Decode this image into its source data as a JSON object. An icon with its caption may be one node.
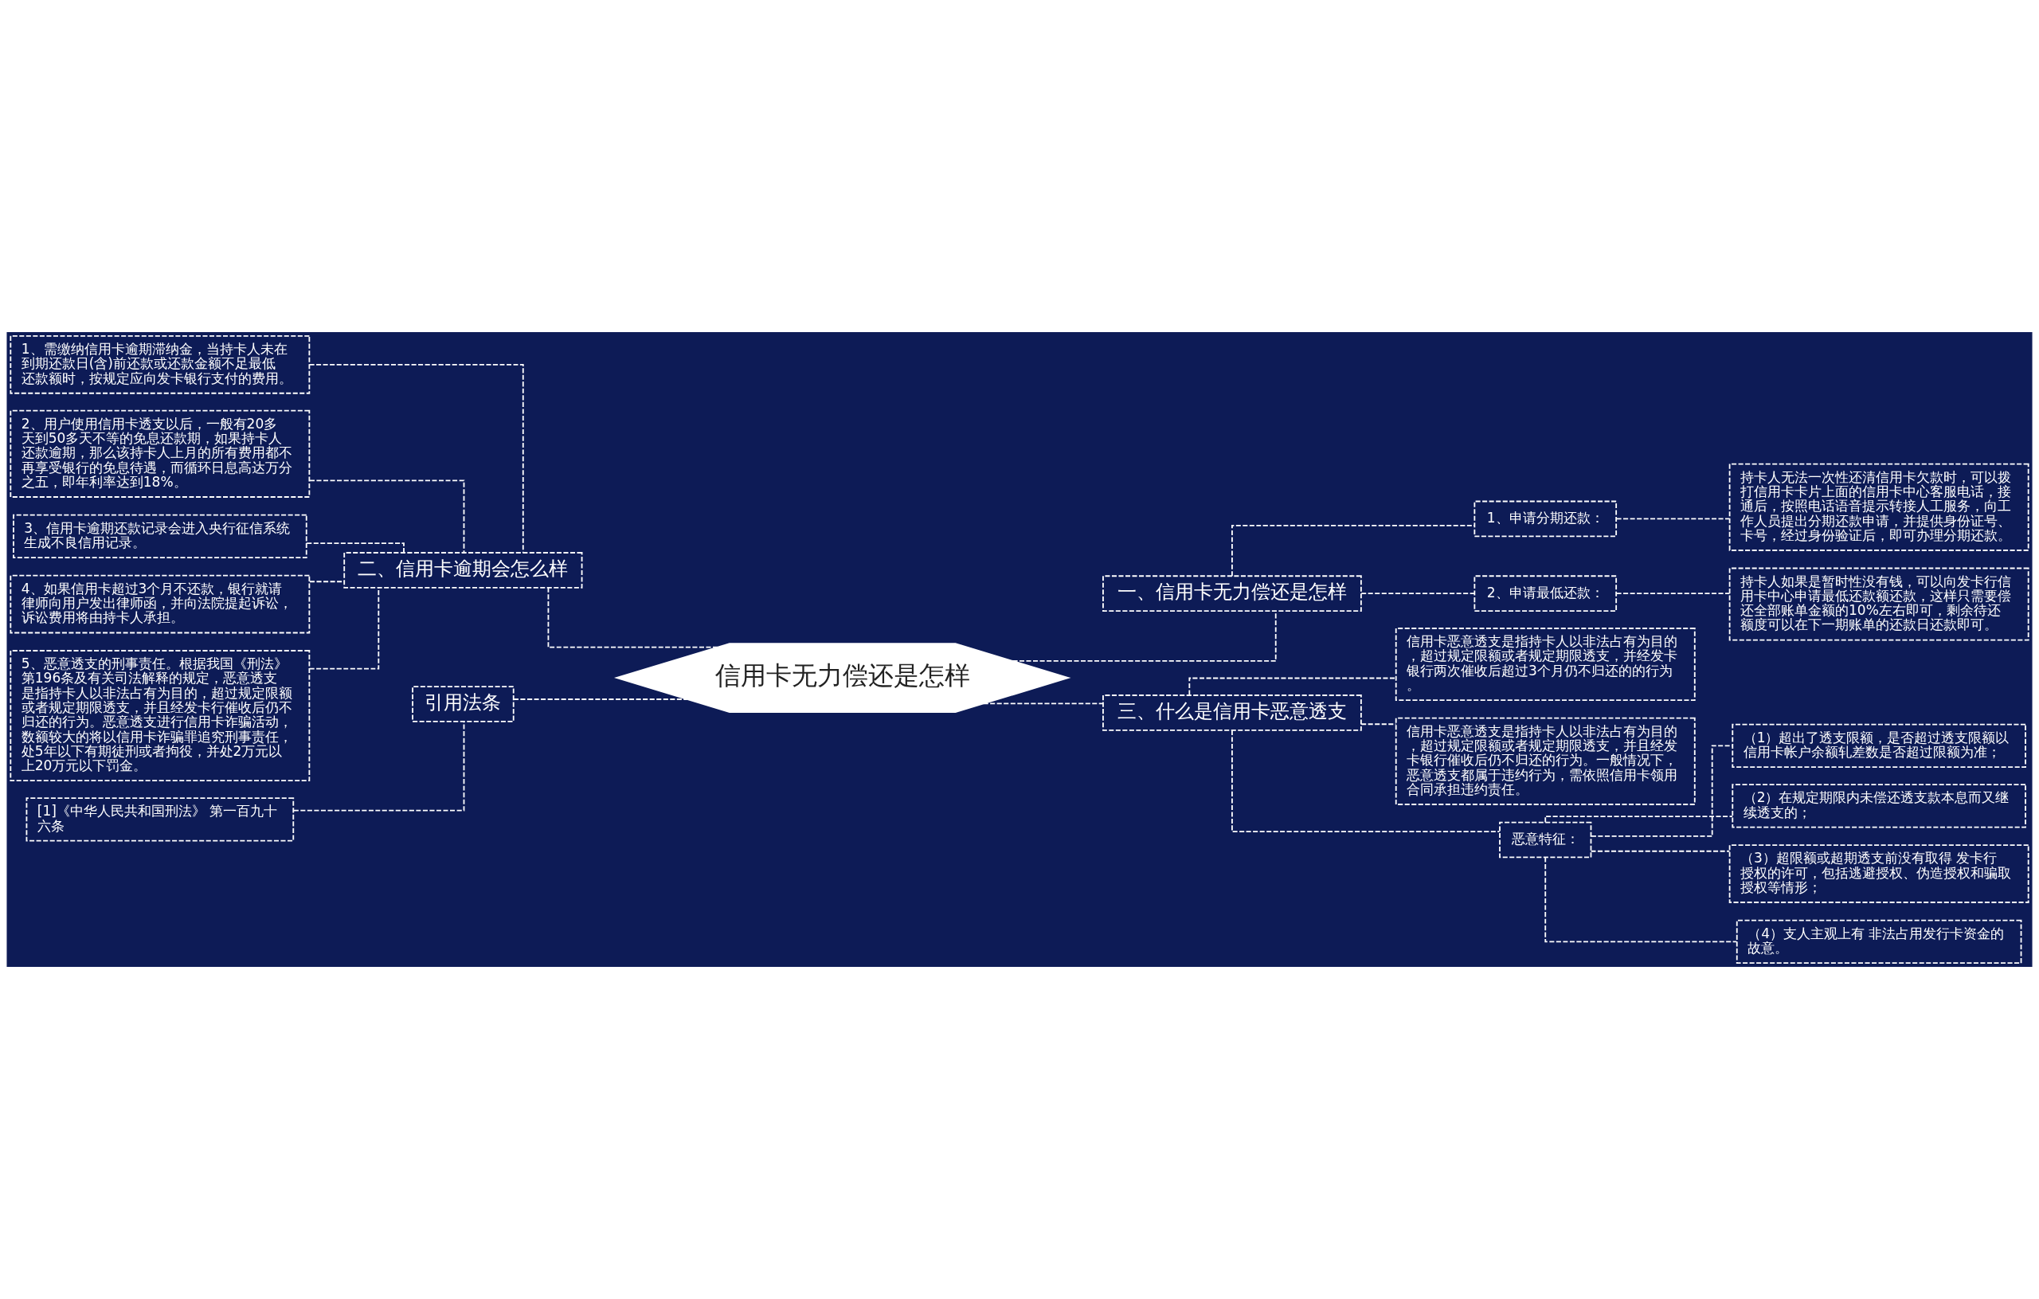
{
  "diagram": {
    "nodes": [
      {
        "text": [
          "信用卡无力偿还是怎样"
        ]
      },
      {
        "text": [
          "二、信用卡逾期会怎么样"
        ]
      },
      {
        "text": [
          "1、需缴纳信用卡逾期滞纳金，当持卡人未在到期还款日(含)前还款或还款金额不足最低还款额时，按规定应向发卡银行支付的费用。"
        ]
      },
      {
        "text": [
          "2、用户使用信用卡透支以后，一般有20多天到50多天不等的免息还款期，如果持卡人还款逾期，那么该持卡人上月的所有费用都不再享受银行的免息待遇，而循环日息高达万分之五，即年利率达到18%。"
        ]
      },
      {
        "text": [
          "3、信用卡逾期还款记录会进入央行征信系统生成不良信用记录。"
        ]
      },
      {
        "text": [
          "4、如果信用卡超过3个月不还款，银行就请律师向用户发出律师函，并向法院提起诉讼，诉讼费用将由持卡人承担。"
        ]
      },
      {
        "text": [
          "5、恶意透支的刑事责任。根据我国《刑法》第196条及有关司法解释的规定，恶意透支是指持卡人以非法占有为目的，超过规定限额或者规定期限透支，并且经发卡行催收后仍不归还的行为。恶意透支进行信用卡诈骗活动，数额较大的将以信用卡诈骗罪追究刑事责任，处5年以下有期徒刑或者拘役，并处2万元以上20万元以下罚金。"
        ]
      },
      {
        "text": [
          "引用法条"
        ]
      },
      {
        "text": [
          "[1]《中华人民共和国刑法》 第一百九十六条"
        ]
      },
      {
        "text": [
          "一、信用卡无力偿还是怎样"
        ]
      },
      {
        "text": [
          "1、申请分期还款："
        ]
      },
      {
        "text": [
          "持卡人无法一次性还清信用卡欠款时，可以拨打信用卡卡片上面的信用卡中心客服电话，接通后，按照电话语音提示转接人工服务，向工作人员提出分期还款申请，并提供身份证号、卡号，经过身份验证后，即可办理分期还款。"
        ]
      },
      {
        "text": [
          "2、申请最低还款："
        ]
      },
      {
        "text": [
          "持卡人如果是暂时性没有钱，可以向发卡行信用卡中心申请最低还款额还款，这样只需要偿还全部账单金额的10%左右即可，剩余待还额度可以在下一期账单的还款日还款即可。"
        ]
      },
      {
        "text": [
          "三、什么是信用卡恶意透支"
        ]
      },
      {
        "text": [
          "信用卡恶意透支是指持卡人以非法占有为目的，超过规定限额或者规定期限透支，并经发卡银行两次催收后超过3个月仍不归还的的行为。"
        ]
      },
      {
        "text": [
          "信用卡恶意透支是指持卡人以非法占有为目的，超过规定限额或者规定期限透支，并且经发卡银行催收后仍不归还的行为。一般情况下，恶意透支都属于违约行为，需依照信用卡领用合同承担违约责任。"
        ]
      },
      {
        "text": [
          "恶意特征："
        ]
      },
      {
        "text": [
          "（1）超出了透支限额，是否超过透支限额以信用卡帐户余额轧差数是否超过限额为准；"
        ]
      },
      {
        "text": [
          "（2）在规定期限内未偿还透支款本息而又继续透支的；"
        ]
      },
      {
        "text": [
          "（3）超限额或超期透支前没有取得 发卡行授权的许可，包括逃避授权、伪造授权和骗取授权等情形；"
        ]
      },
      {
        "text": [
          "（4）支人主观上有 非法占用发行卡资金的故意。"
        ]
      }
    ],
    "edges": [
      {
        "from": 2,
        "to": 1,
        "arrow": "none"
      },
      {
        "from": 3,
        "to": 1,
        "arrow": "none"
      },
      {
        "from": 4,
        "to": 1,
        "arrow": "none"
      },
      {
        "from": 5,
        "to": 1,
        "arrow": "none"
      },
      {
        "from": 6,
        "to": 1,
        "arrow": "none"
      },
      {
        "from": 1,
        "to": 0,
        "arrow": "none"
      },
      {
        "from": 8,
        "to": 7,
        "arrow": "none"
      },
      {
        "from": 7,
        "to": 0,
        "arrow": "none"
      },
      {
        "from": 0,
        "to": 9,
        "arrow": "none"
      },
      {
        "from": 9,
        "to": 10,
        "arrow": "none"
      },
      {
        "from": 10,
        "to": 11,
        "arrow": "none"
      },
      {
        "from": 9,
        "to": 12,
        "arrow": "none"
      },
      {
        "from": 12,
        "to": 13,
        "arrow": "none"
      },
      {
        "from": 0,
        "to": 14,
        "arrow": "none"
      },
      {
        "from": 14,
        "to": 15,
        "arrow": "none"
      },
      {
        "from": 14,
        "to": 16,
        "arrow": "none"
      },
      {
        "from": 14,
        "to": 17,
        "arrow": "none"
      },
      {
        "from": 17,
        "to": 18,
        "arrow": "none"
      },
      {
        "from": 17,
        "to": 19,
        "arrow": "none"
      },
      {
        "from": 17,
        "to": 20,
        "arrow": "none"
      },
      {
        "from": 17,
        "to": 21,
        "arrow": "none"
      }
    ]
  }
}
